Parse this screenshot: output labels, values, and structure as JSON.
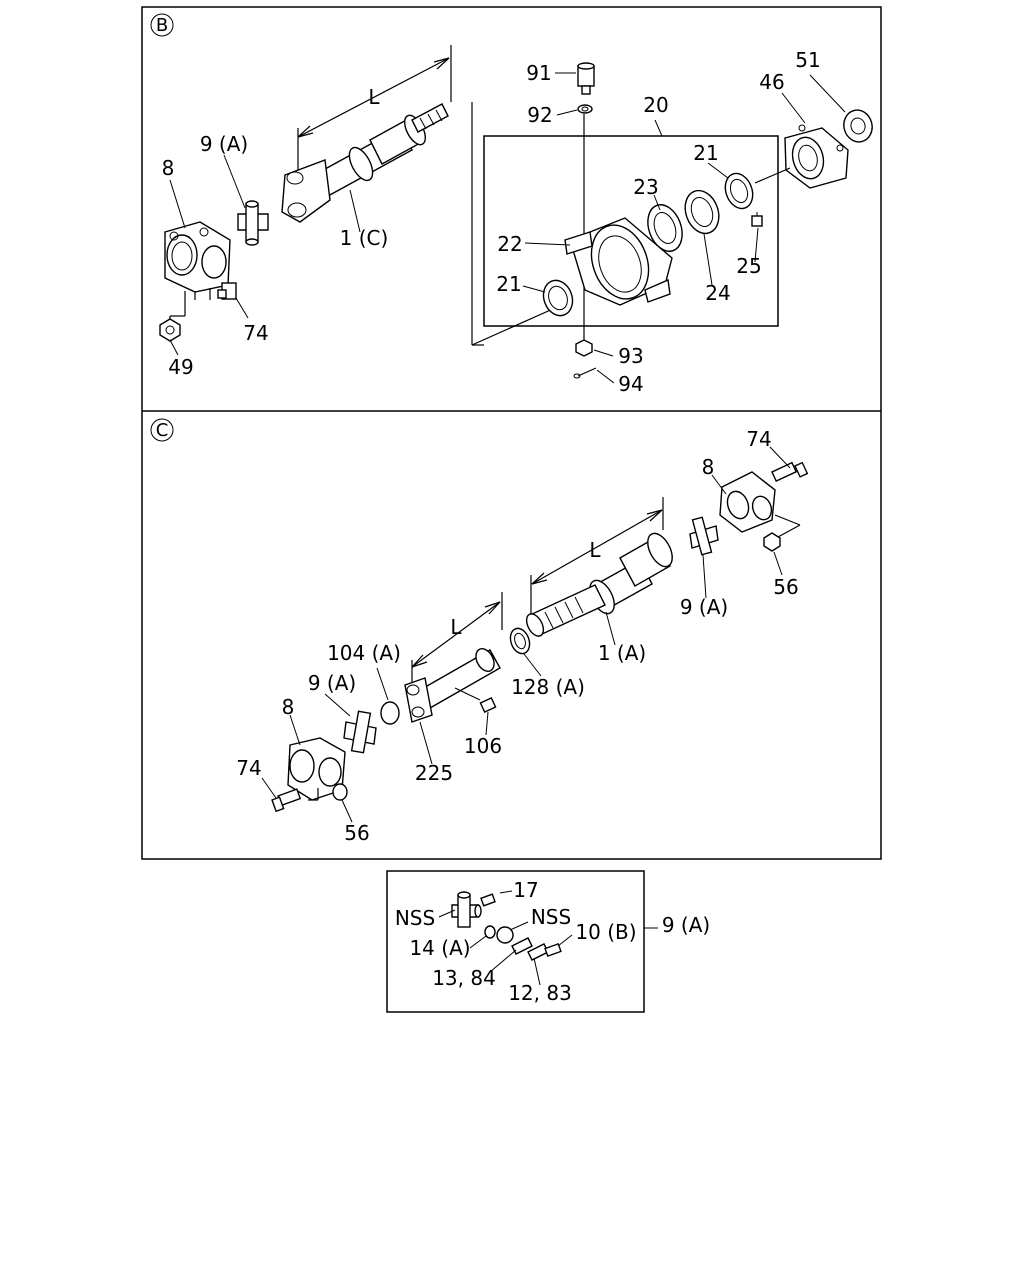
{
  "sections": {
    "b": {
      "marker": "B"
    },
    "c": {
      "marker": "C"
    }
  },
  "labels": {
    "b_L": "L",
    "b_91": "91",
    "b_92": "92",
    "b_20": "20",
    "b_51": "51",
    "b_46": "46",
    "b_21a": "21",
    "b_23": "23",
    "b_22": "22",
    "b_25": "25",
    "b_21b": "21",
    "b_24": "24",
    "b_93": "93",
    "b_94": "94",
    "b_9A": "9 (A)",
    "b_8": "8",
    "b_1C": "1 (C)",
    "b_74": "74",
    "b_49": "49",
    "c_74a": "74",
    "c_8a": "8",
    "c_56a": "56",
    "c_9Aa": "9 (A)",
    "c_La": "L",
    "c_1A": "1 (A)",
    "c_Lb": "L",
    "c_104A": "104 (A)",
    "c_128A": "128 (A)",
    "c_9Ab": "9 (A)",
    "c_8b": "8",
    "c_106": "106",
    "c_74b": "74",
    "c_225": "225",
    "c_56b": "56",
    "d_17": "17",
    "d_NSS1": "NSS",
    "d_NSS2": "NSS",
    "d_14A": "14 (A)",
    "d_10B": "10 (B)",
    "d_9A": "9 (A)",
    "d_1384": "13, 84",
    "d_1283": "12, 83"
  }
}
